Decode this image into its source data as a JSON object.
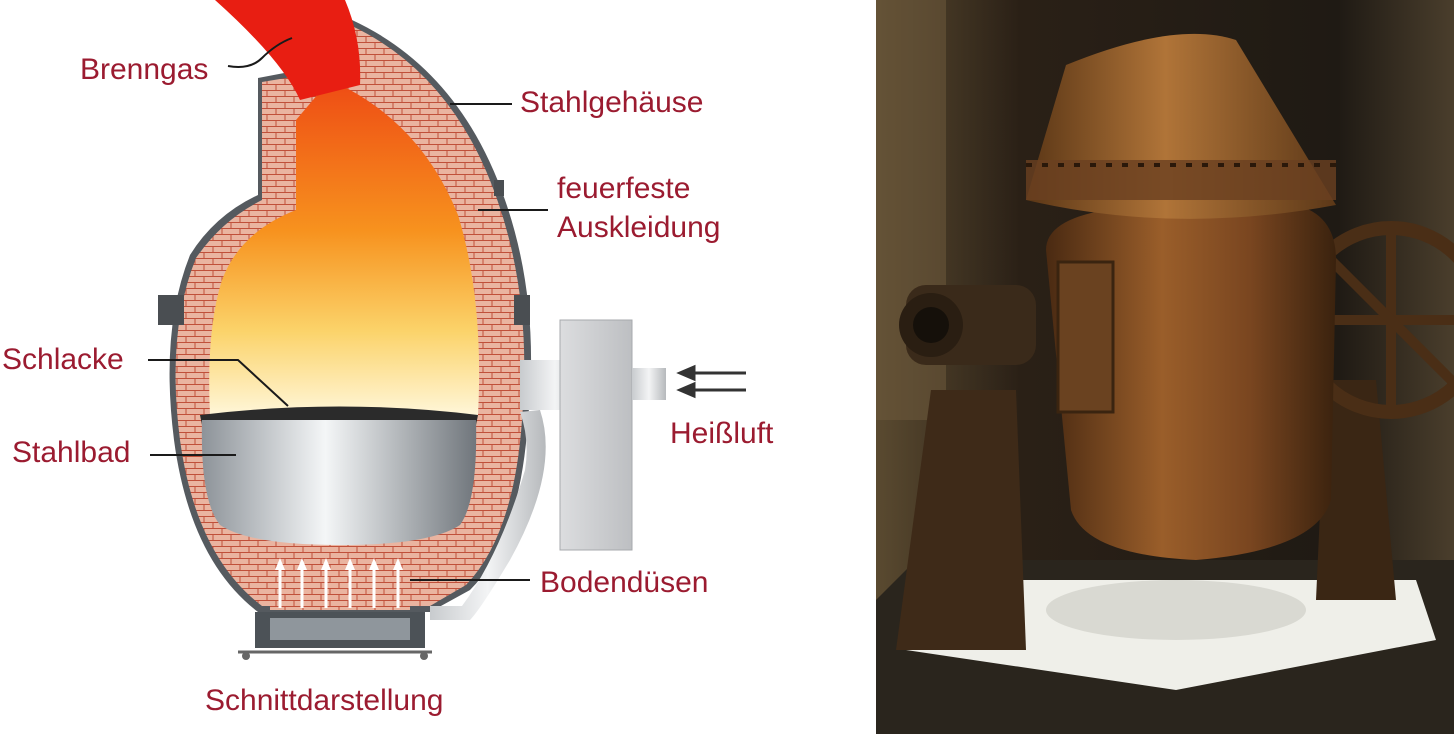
{
  "diagram": {
    "labels": {
      "brenngas": "Brenngas",
      "stahlgehaeuse": "Stahlgehäuse",
      "feuerfeste_line1": "feuerfeste",
      "feuerfeste_line2": "Auskleidung",
      "schlacke": "Schlacke",
      "stahlbad": "Stahlbad",
      "heissluft": "Heißluft",
      "bodenduesen": "Bodendüsen",
      "schnittdarstellung": "Schnittdarstellung"
    },
    "colors": {
      "label": "#9b1b30",
      "brick": "#e8a78c",
      "flame_top": "#f05a14",
      "flame_bottom": "#fff2c8",
      "steel": "#9aa0a6",
      "gas_stream": "#e81e12"
    }
  },
  "photo": {
    "subject": "converter-photo",
    "colors": {
      "rust": "#7a4a22",
      "background": "#2a2016",
      "floor": "#efefe9"
    }
  }
}
